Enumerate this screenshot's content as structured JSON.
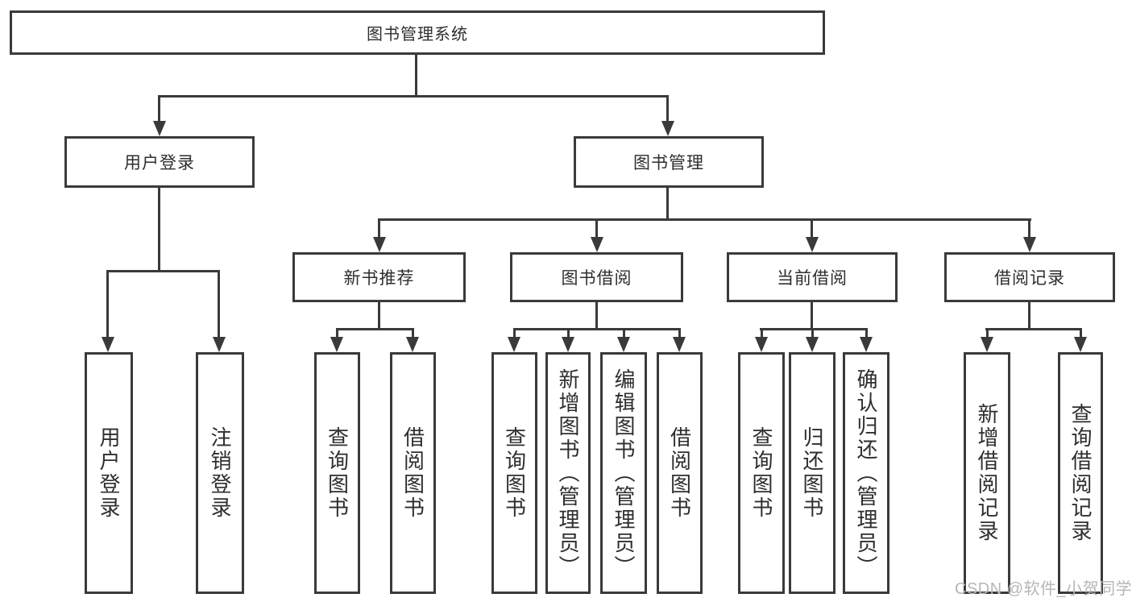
{
  "tree": {
    "root": {
      "label": "图书管理系统"
    },
    "branches": [
      {
        "label": "用户登录",
        "children": [
          "用户登录",
          "注销登录"
        ]
      },
      {
        "label": "图书管理",
        "groups": [
          {
            "label": "新书推荐",
            "children": [
              "查询图书",
              "借阅图书"
            ]
          },
          {
            "label": "图书借阅",
            "children": [
              "查询图书",
              "新增图书（管理员）",
              "编辑图书（管理员）",
              "借阅图书"
            ]
          },
          {
            "label": "当前借阅",
            "children": [
              "查询图书",
              "归还图书",
              "确认归还（管理员）"
            ]
          },
          {
            "label": "借阅记录",
            "children": [
              "新增借阅记录",
              "查询借阅记录"
            ]
          }
        ]
      }
    ]
  },
  "watermark": "CSDN @软件_小贺同学",
  "colors": {
    "line": "#3a3a3a",
    "text": "#2e2e2e",
    "watermark": "#b6b6b6",
    "background": "#ffffff"
  }
}
